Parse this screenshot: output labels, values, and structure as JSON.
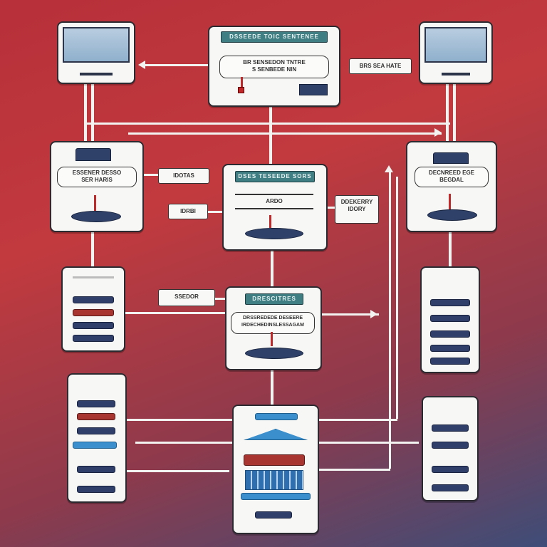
{
  "top_center": {
    "header": "DSSEEDE TOIC SENTENEE",
    "bubble": "BR SENSEDON TNTRE\nS SENBEDE NIN",
    "tag": "BRS SEA HATE"
  },
  "left_mid_node": {
    "bubble": "ESSENER DESSO\nSER HARIS",
    "tag": "IDOTAS"
  },
  "center_mid_node": {
    "header": "DSES TESEEDE SORS",
    "tag_left": "IDRBI",
    "caption": "ARDO",
    "tag_right": "DDEKERRY\nIDORY"
  },
  "right_mid_node": {
    "bubble": "DECNREED EGE\nBEGDAL"
  },
  "center_lower_node": {
    "header": "DRESCITRES",
    "bubble": "DRSSREDEDE DESEERE\nIRDECHEDINSLESSAGAM",
    "tag": "SSEDOR"
  },
  "colors": {
    "background_top": "#c23a3e",
    "background_bottom": "#3e4d78",
    "teal": "#3f7f84",
    "navy": "#2f3f6a",
    "red": "#a8352f",
    "blue": "#3a8fcc"
  }
}
